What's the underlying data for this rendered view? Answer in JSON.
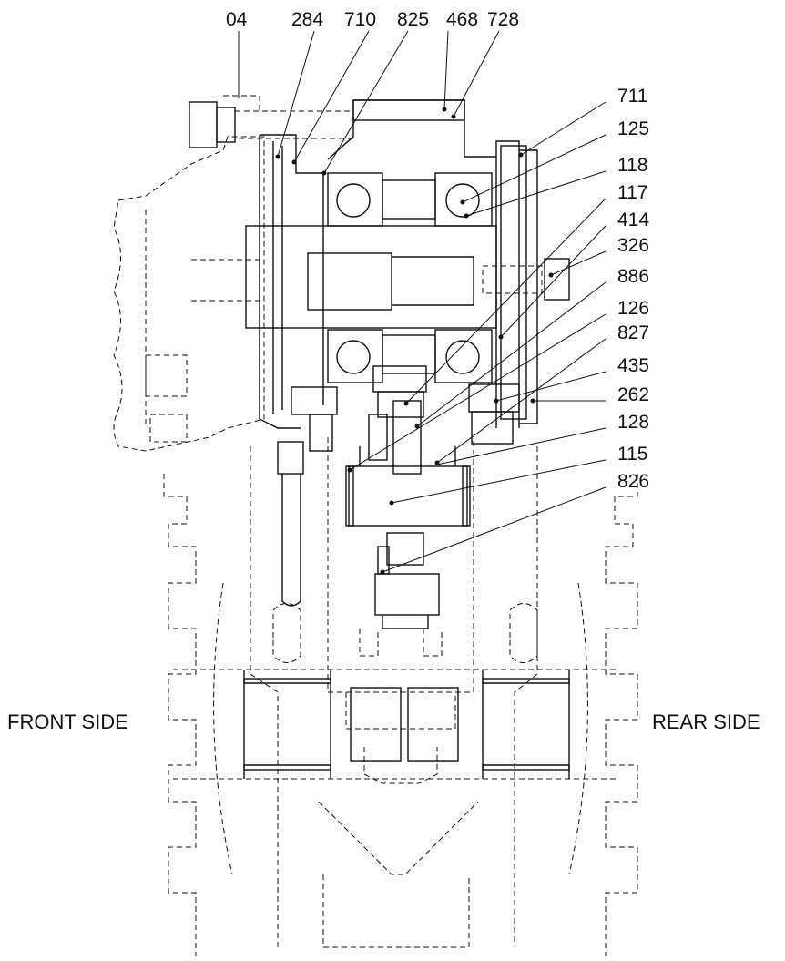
{
  "diagram": {
    "side_labels": {
      "front": "FRONT SIDE",
      "rear": "REAR SIDE"
    },
    "top_labels": [
      "04",
      "284",
      "710",
      "825",
      "468",
      "728"
    ],
    "right_labels": [
      "711",
      "125",
      "118",
      "117",
      "414",
      "326",
      "886",
      "126",
      "827",
      "435",
      "262",
      "128",
      "115",
      "826"
    ]
  }
}
